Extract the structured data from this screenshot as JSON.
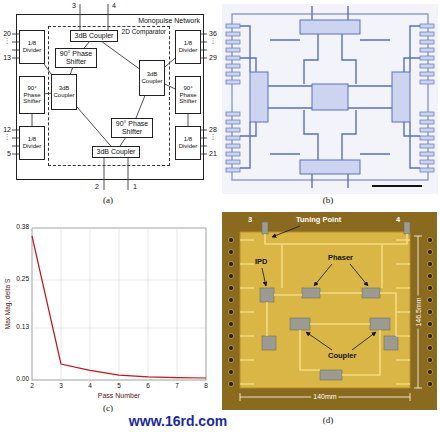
{
  "diagram": {
    "nodes": [
      {
        "text": [
          "Monopulse Network"
        ]
      },
      {
        "text": [
          "2D Comparator"
        ],
        "in": 0
      },
      {
        "text": [
          "3dB Coupler"
        ],
        "in": 1
      },
      {
        "text": [
          "90° Phase Shifter"
        ],
        "in": 1
      },
      {
        "text": [
          "3dB Coupler"
        ],
        "in": 1
      },
      {
        "text": [
          "3dB Coupler"
        ],
        "in": 1
      },
      {
        "text": [
          "90° Phase Shifter"
        ],
        "in": 1
      },
      {
        "text": [
          "3dB Coupler"
        ],
        "in": 1
      },
      {
        "text": [
          "1/8 Divider"
        ],
        "in": 0
      },
      {
        "text": [
          "1/8 Divider"
        ],
        "in": 0
      },
      {
        "text": [
          "1/8 Divider"
        ],
        "in": 0
      },
      {
        "text": [
          "1/8 Divider"
        ],
        "in": 0
      },
      {
        "text": [
          "90° Phase Shifter"
        ],
        "in": 0
      },
      {
        "text": [
          "90° Phase Shifter"
        ],
        "in": 0
      }
    ],
    "edges": [
      {
        "from": 2,
        "to": 3,
        "arrow": "none"
      },
      {
        "from": 2,
        "to": 5,
        "arrow": "none"
      },
      {
        "from": 3,
        "to": 4,
        "arrow": "none"
      },
      {
        "from": 7,
        "to": 4,
        "arrow": "none"
      },
      {
        "from": 7,
        "to": 6,
        "arrow": "none"
      },
      {
        "from": 6,
        "to": 5,
        "arrow": "none"
      },
      {
        "from": 4,
        "to": 8,
        "arrow": "none"
      },
      {
        "from": 4,
        "to": 12,
        "arrow": "none"
      },
      {
        "from": 12,
        "to": 9,
        "arrow": "none"
      },
      {
        "from": 5,
        "to": 10,
        "arrow": "none"
      },
      {
        "from": 5,
        "to": 13,
        "arrow": "none"
      },
      {
        "from": 13,
        "to": 11,
        "arrow": "none"
      }
    ],
    "labels": [
      "3",
      "4",
      "20",
      "⋮",
      "13",
      "12",
      "⋮",
      "5",
      "36",
      "⋮",
      "29",
      "28",
      "⋮",
      "21",
      "2",
      "1",
      "(a)",
      "(b)",
      "Max Mag. delta S",
      "0.38",
      "0.25",
      "0.13",
      "0.00",
      "2",
      "3",
      "4",
      "5",
      "6",
      "7",
      "8",
      "Pass Number",
      "(c)",
      "3",
      "Tuning Point",
      "4",
      "IPD",
      "Phaser",
      "Coupler",
      "146.5mm",
      "140mm",
      "(d)",
      "www.16rd.com"
    ]
  }
}
